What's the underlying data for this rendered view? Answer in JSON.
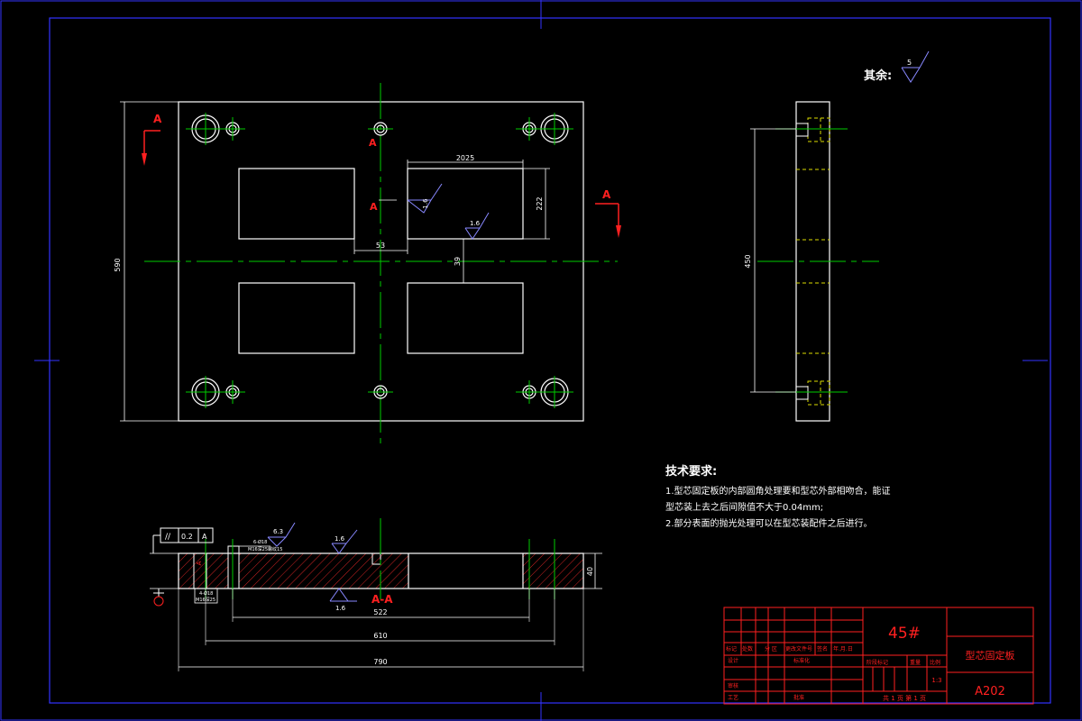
{
  "colors": {
    "background": "#000000",
    "frame": "#3333ff",
    "geometry": "#ffffff",
    "centerline": "#00cc00",
    "hatch": "#cc2222",
    "section_marker": "#ff2020",
    "hidden": "#dddd00",
    "roughness": "#8888ff",
    "dimension_text": "#ffffff",
    "title_block": "#ff2020"
  },
  "top_view": {
    "section_label_a": "A",
    "dimensions": {
      "height": "590",
      "width_top": "2025",
      "height_small": "222",
      "gap": "53",
      "center_offset": "39"
    },
    "roughness_values": [
      "1.6",
      "1.6"
    ]
  },
  "side_view": {
    "height_dim": "450"
  },
  "surface_note": {
    "label": "其余:",
    "roughness_value": "5"
  },
  "section_view": {
    "label": "A-A",
    "tolerance_frame": [
      "//",
      "0.2",
      "A"
    ],
    "hole_note_1": "6-Ø18",
    "hole_note_2": "M16深25螺纹15",
    "hole_note_3": "4-Ø18",
    "hole_note_4": "M16深25",
    "datum_label": "A",
    "roughness_values": [
      "6.3",
      "1.6",
      "1.6"
    ],
    "dimensions": {
      "thickness": "40",
      "width_inner": "522",
      "width_mid": "610",
      "width_total": "790"
    }
  },
  "tech_requirements": {
    "heading": "技术要求:",
    "line1": "1.型芯固定板的内部圆角处理要和型芯外部相吻合，能证",
    "line2": "型芯装上去之后间隙值不大于0.04mm;",
    "line3": "2.部分表面的抛光处理可以在型芯装配件之后进行。"
  },
  "title_block": {
    "material": "45#",
    "part_name": "型芯固定板",
    "drawing_number": "A202",
    "scale": "1:3",
    "sheet_info": "共 1 页 第 1 页",
    "row_header": [
      "标记",
      "处数",
      "分 区",
      "更改文件号",
      "签名",
      "年.月.日"
    ],
    "labels": {
      "design": "设计",
      "standardize": "标准化",
      "stage_mark": "阶段标记",
      "weight": "重量",
      "scale_label": "比例",
      "review": "审核",
      "process": "工艺",
      "approve": "批准"
    }
  }
}
